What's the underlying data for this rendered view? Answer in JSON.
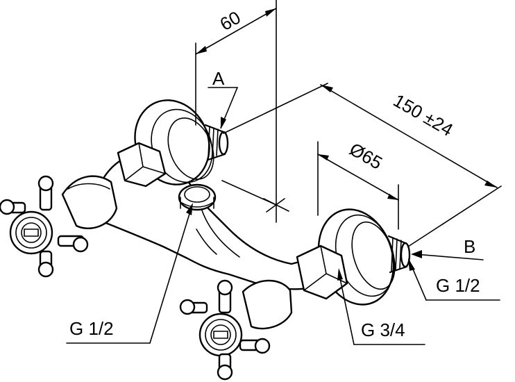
{
  "drawing": {
    "colors": {
      "line": "#000000",
      "background": "#ffffff"
    },
    "labels": {
      "dim_60": "60",
      "dim_150": "150 ±24",
      "dim_65": "Ø65",
      "ref_a": "A",
      "ref_b": "B",
      "thread_center": "G 1/2",
      "thread_b": "G 1/2",
      "thread_inlet": "G 3/4"
    }
  }
}
